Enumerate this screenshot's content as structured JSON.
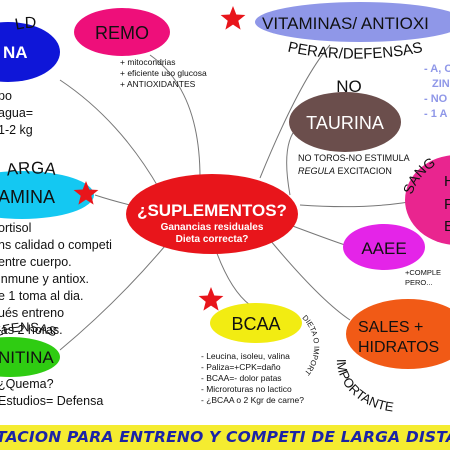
{
  "footer": "TACION PARA ENTRENO Y COMPETI DE LARGA DISTANCIA by Iva",
  "center": {
    "title": "¿SUPLEMENTOS?",
    "sub1": "Ganancias residuales",
    "sub2": "Dieta correcta?",
    "color": "#e8151b"
  },
  "nodes": {
    "remo": {
      "label": "REMO",
      "color": "#ee0f7a"
    },
    "vitaminas": {
      "label": "VITAMINAS/ ANTIOXI",
      "arc": "PERAR/DEFENSAS",
      "color": "#8f97e8"
    },
    "taurina": {
      "label": "TAURINA",
      "above": "NO",
      "color": "#6b4e4c"
    },
    "sanguineo": {
      "arc": "SANG",
      "letters": [
        "H",
        "F",
        "E"
      ],
      "color": "#e9258f"
    },
    "aaee": {
      "label": "AAEE",
      "color": "#e424e8"
    },
    "sales": {
      "label1": "SALES +",
      "label2": "HIDRATOS",
      "arc": "IMPORTANTE",
      "color": "#f15a16"
    },
    "bcaa": {
      "label": "BCAA",
      "arc": "DIETA O IMPORTANTE",
      "color": "#f2ec12"
    },
    "left_top": {
      "label": "NA",
      "arc": "LD",
      "color": "#0f16d8"
    },
    "glutamina": {
      "label": "AMINA",
      "arc": "ARGA",
      "color": "#14c8f2"
    },
    "carnitina": {
      "label": "NITINA",
      "arc": "EFENSAS",
      "color": "#2fcc12"
    }
  },
  "remo_notes": [
    "+ mitocondrias",
    "+ eficiente uso glucosa",
    "+ ANTIOXIDANTES"
  ],
  "vitamin_notes": [
    "- A, C",
    "ZINC",
    "- NO",
    "- 1 A"
  ],
  "taurina_notes": {
    "line1": "NO TOROS-NO ESTIMULA",
    "line2_em": "REGULA",
    "line2_rest": " EXCITACION"
  },
  "aaee_notes": [
    "+COMPLE",
    "PERO..."
  ],
  "bcaa_notes": [
    "- Leucina, isoleu, valina",
    "- Paliza=+CPK=daño",
    "- BCAA=- dolor patas",
    "- Microroturas no lactico",
    "- ¿BCAA o 2 Kgr de carne?"
  ],
  "left_notes": [
    "po",
    "agua=",
    "1-2 kg"
  ],
  "glutamina_notes": [
    "ortisol",
    "ns calidad o competi",
    "entre cuerpo.",
    "inmune y antiox.",
    "e 1 toma al dia.",
    "ués entreno",
    "las 2 horas."
  ],
  "carnitina_notes": [
    "¿Quema?",
    "Estudios= Defensa"
  ]
}
